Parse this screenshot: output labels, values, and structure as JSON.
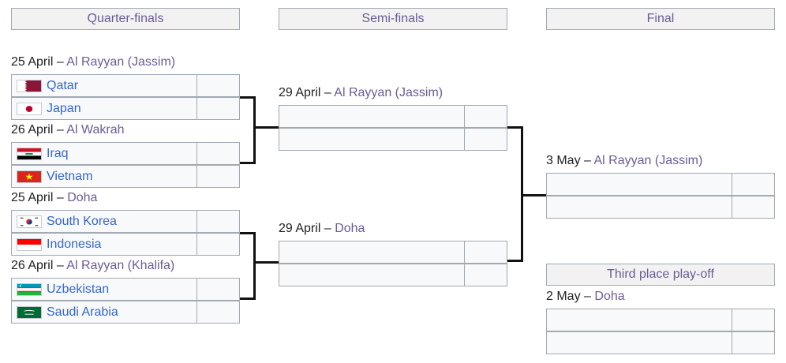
{
  "rounds": {
    "quarter_finals": "Quarter-finals",
    "semi_finals": "Semi-finals",
    "final": "Final",
    "third_place": "Third place play-off"
  },
  "matches": {
    "qf1": {
      "date": "25 April",
      "venue": "Al Rayyan (Jassim)",
      "team1": "Qatar",
      "team2": "Japan"
    },
    "qf2": {
      "date": "26 April",
      "venue": "Al Wakrah",
      "team1": "Iraq",
      "team2": "Vietnam"
    },
    "qf3": {
      "date": "25 April",
      "venue": "Doha",
      "team1": "South Korea",
      "team2": "Indonesia"
    },
    "qf4": {
      "date": "26 April",
      "venue": "Al Rayyan (Khalifa)",
      "team1": "Uzbekistan",
      "team2": "Saudi Arabia"
    },
    "sf1": {
      "date": "29 April",
      "venue": "Al Rayyan (Jassim)"
    },
    "sf2": {
      "date": "29 April",
      "venue": "Doha"
    },
    "final": {
      "date": "3 May",
      "venue": "Al Rayyan (Jassim)"
    },
    "third": {
      "date": "2 May",
      "venue": "Doha"
    }
  },
  "separator": "–",
  "colors": {
    "link": "#3366cc",
    "venue": "#6b5b95",
    "header_bg": "#f2f2f2",
    "border": "#a2a9b1",
    "connector": "#111111"
  },
  "icons": {
    "qatar": "qatar-flag-icon",
    "japan": "japan-flag-icon",
    "iraq": "iraq-flag-icon",
    "vietnam": "vietnam-flag-icon",
    "south_korea": "south-korea-flag-icon",
    "indonesia": "indonesia-flag-icon",
    "uzbekistan": "uzbekistan-flag-icon",
    "saudi_arabia": "saudi-arabia-flag-icon"
  }
}
